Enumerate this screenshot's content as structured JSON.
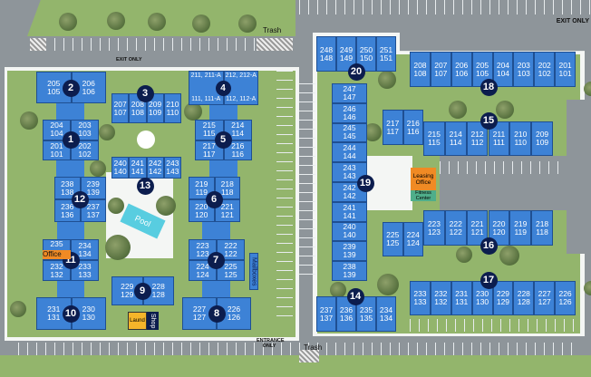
{
  "colors": {
    "building": "#3d82d6",
    "badge": "#0c1d4e",
    "lawn": "#93b56c",
    "road": "#8e959a",
    "office": "#f08a24",
    "fitness": "#4fae8a",
    "pool": "#58cde0",
    "laundry": "#f5b52a"
  },
  "labels": {
    "trash_top": "Trash",
    "trash_bottom": "Trash",
    "exit_left": "EXIT ONLY",
    "exit_right": "EXIT ONLY",
    "entrance": "ENTRANCE ONLY",
    "pool": "Pool",
    "office": "Office",
    "leasing_office": "Leasing Office",
    "fitness_center": "Fitness Center",
    "laundry": "Laund",
    "shop": "Shop",
    "mailboxes": "Mailboxes"
  },
  "buildings": [
    {
      "number": "1",
      "units": [
        [
          "204",
          "104"
        ],
        [
          "203",
          "103"
        ],
        [
          "201",
          "101"
        ],
        [
          "202",
          "102"
        ]
      ]
    },
    {
      "number": "2",
      "units": [
        [
          "205",
          "105"
        ],
        [
          "206",
          "106"
        ]
      ]
    },
    {
      "number": "3",
      "units": [
        [
          "207",
          "107"
        ],
        [
          "208",
          "108"
        ],
        [
          "209",
          "109"
        ],
        [
          "210",
          "110"
        ]
      ]
    },
    {
      "number": "4",
      "units": [
        [
          "211, 211-A",
          "111, 111-A"
        ],
        [
          "212, 212-A",
          "112, 112-A"
        ]
      ]
    },
    {
      "number": "5",
      "units": [
        [
          "215",
          "115"
        ],
        [
          "214",
          "114"
        ],
        [
          "217",
          "117"
        ],
        [
          "216",
          "116"
        ]
      ]
    },
    {
      "number": "6",
      "units": [
        [
          "219",
          "119"
        ],
        [
          "218",
          "118"
        ],
        [
          "220",
          "120"
        ],
        [
          "221",
          "121"
        ]
      ]
    },
    {
      "number": "7",
      "units": [
        [
          "223",
          "123"
        ],
        [
          "222",
          "122"
        ],
        [
          "224",
          "124"
        ],
        [
          "225",
          "125"
        ]
      ]
    },
    {
      "number": "8",
      "units": [
        [
          "227",
          "127"
        ],
        [
          "226",
          "126"
        ]
      ]
    },
    {
      "number": "9",
      "units": [
        [
          "229",
          "129"
        ],
        [
          "228",
          "128"
        ]
      ]
    },
    {
      "number": "10",
      "units": [
        [
          "231",
          "131"
        ],
        [
          "230",
          "130"
        ]
      ]
    },
    {
      "number": "11",
      "units": [
        [
          "235",
          ""
        ],
        [
          "234",
          "134"
        ],
        [
          "232",
          "132"
        ],
        [
          "233",
          "133"
        ]
      ]
    },
    {
      "number": "12",
      "units": [
        [
          "238",
          "138"
        ],
        [
          "239",
          "139"
        ],
        [
          "236",
          "136"
        ],
        [
          "237",
          "137"
        ]
      ]
    },
    {
      "number": "13",
      "units": [
        [
          "240",
          "140"
        ],
        [
          "241",
          "141"
        ],
        [
          "242",
          "142"
        ],
        [
          "243",
          "143"
        ]
      ]
    },
    {
      "number": "14",
      "units": [
        [
          "237",
          "137"
        ],
        [
          "236",
          "136"
        ],
        [
          "235",
          "135"
        ],
        [
          "234",
          "134"
        ]
      ]
    },
    {
      "number": "15",
      "units": [
        [
          "217",
          "117"
        ],
        [
          "216",
          "116"
        ],
        [
          "215",
          "115"
        ],
        [
          "214",
          "114"
        ],
        [
          "212",
          "112"
        ],
        [
          "211",
          "111"
        ],
        [
          "210",
          "110"
        ],
        [
          "209",
          "109"
        ]
      ]
    },
    {
      "number": "16",
      "units": [
        [
          "225",
          "125"
        ],
        [
          "224",
          "124"
        ],
        [
          "223",
          "123"
        ],
        [
          "222",
          "122"
        ],
        [
          "221",
          "121"
        ],
        [
          "220",
          "120"
        ],
        [
          "219",
          "119"
        ],
        [
          "218",
          "118"
        ]
      ]
    },
    {
      "number": "17",
      "units": [
        [
          "233",
          "133"
        ],
        [
          "232",
          "132"
        ],
        [
          "231",
          "131"
        ],
        [
          "230",
          "130"
        ],
        [
          "229",
          "129"
        ],
        [
          "228",
          "128"
        ],
        [
          "227",
          "127"
        ],
        [
          "226",
          "126"
        ]
      ]
    },
    {
      "number": "18",
      "units": [
        [
          "208",
          "108"
        ],
        [
          "207",
          "107"
        ],
        [
          "206",
          "106"
        ],
        [
          "205",
          "105"
        ],
        [
          "204",
          "104"
        ],
        [
          "203",
          "103"
        ],
        [
          "202",
          "102"
        ],
        [
          "201",
          "101"
        ]
      ]
    },
    {
      "number": "19",
      "units": [
        [
          "247",
          "147"
        ],
        [
          "246",
          "146"
        ],
        [
          "245",
          "145"
        ],
        [
          "244",
          "144"
        ],
        [
          "243",
          "143"
        ],
        [
          "242",
          "142"
        ],
        [
          "241",
          "141"
        ],
        [
          "240",
          "140"
        ],
        [
          "239",
          "139"
        ],
        [
          "238",
          "139"
        ]
      ]
    },
    {
      "number": "20",
      "units": [
        [
          "248",
          "148"
        ],
        [
          "249",
          "149"
        ],
        [
          "250",
          "150"
        ],
        [
          "251",
          "151"
        ]
      ]
    }
  ]
}
